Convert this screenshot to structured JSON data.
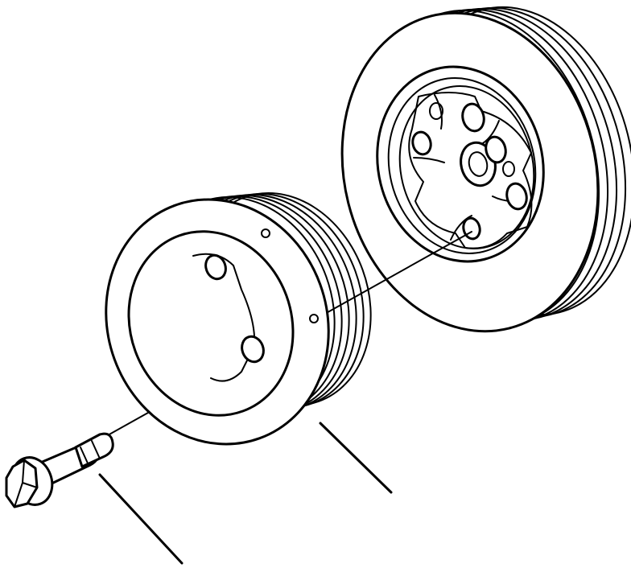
{
  "diagram": {
    "kind": "exploded-parts-view",
    "parts": [
      {
        "id": "bolt",
        "name": "bolt"
      },
      {
        "id": "crank-pulley",
        "name": "pulley"
      },
      {
        "id": "damper-pulley",
        "name": "damper pulley"
      }
    ],
    "callouts": 2,
    "line_color": "#000000",
    "background_color": "#ffffff"
  }
}
